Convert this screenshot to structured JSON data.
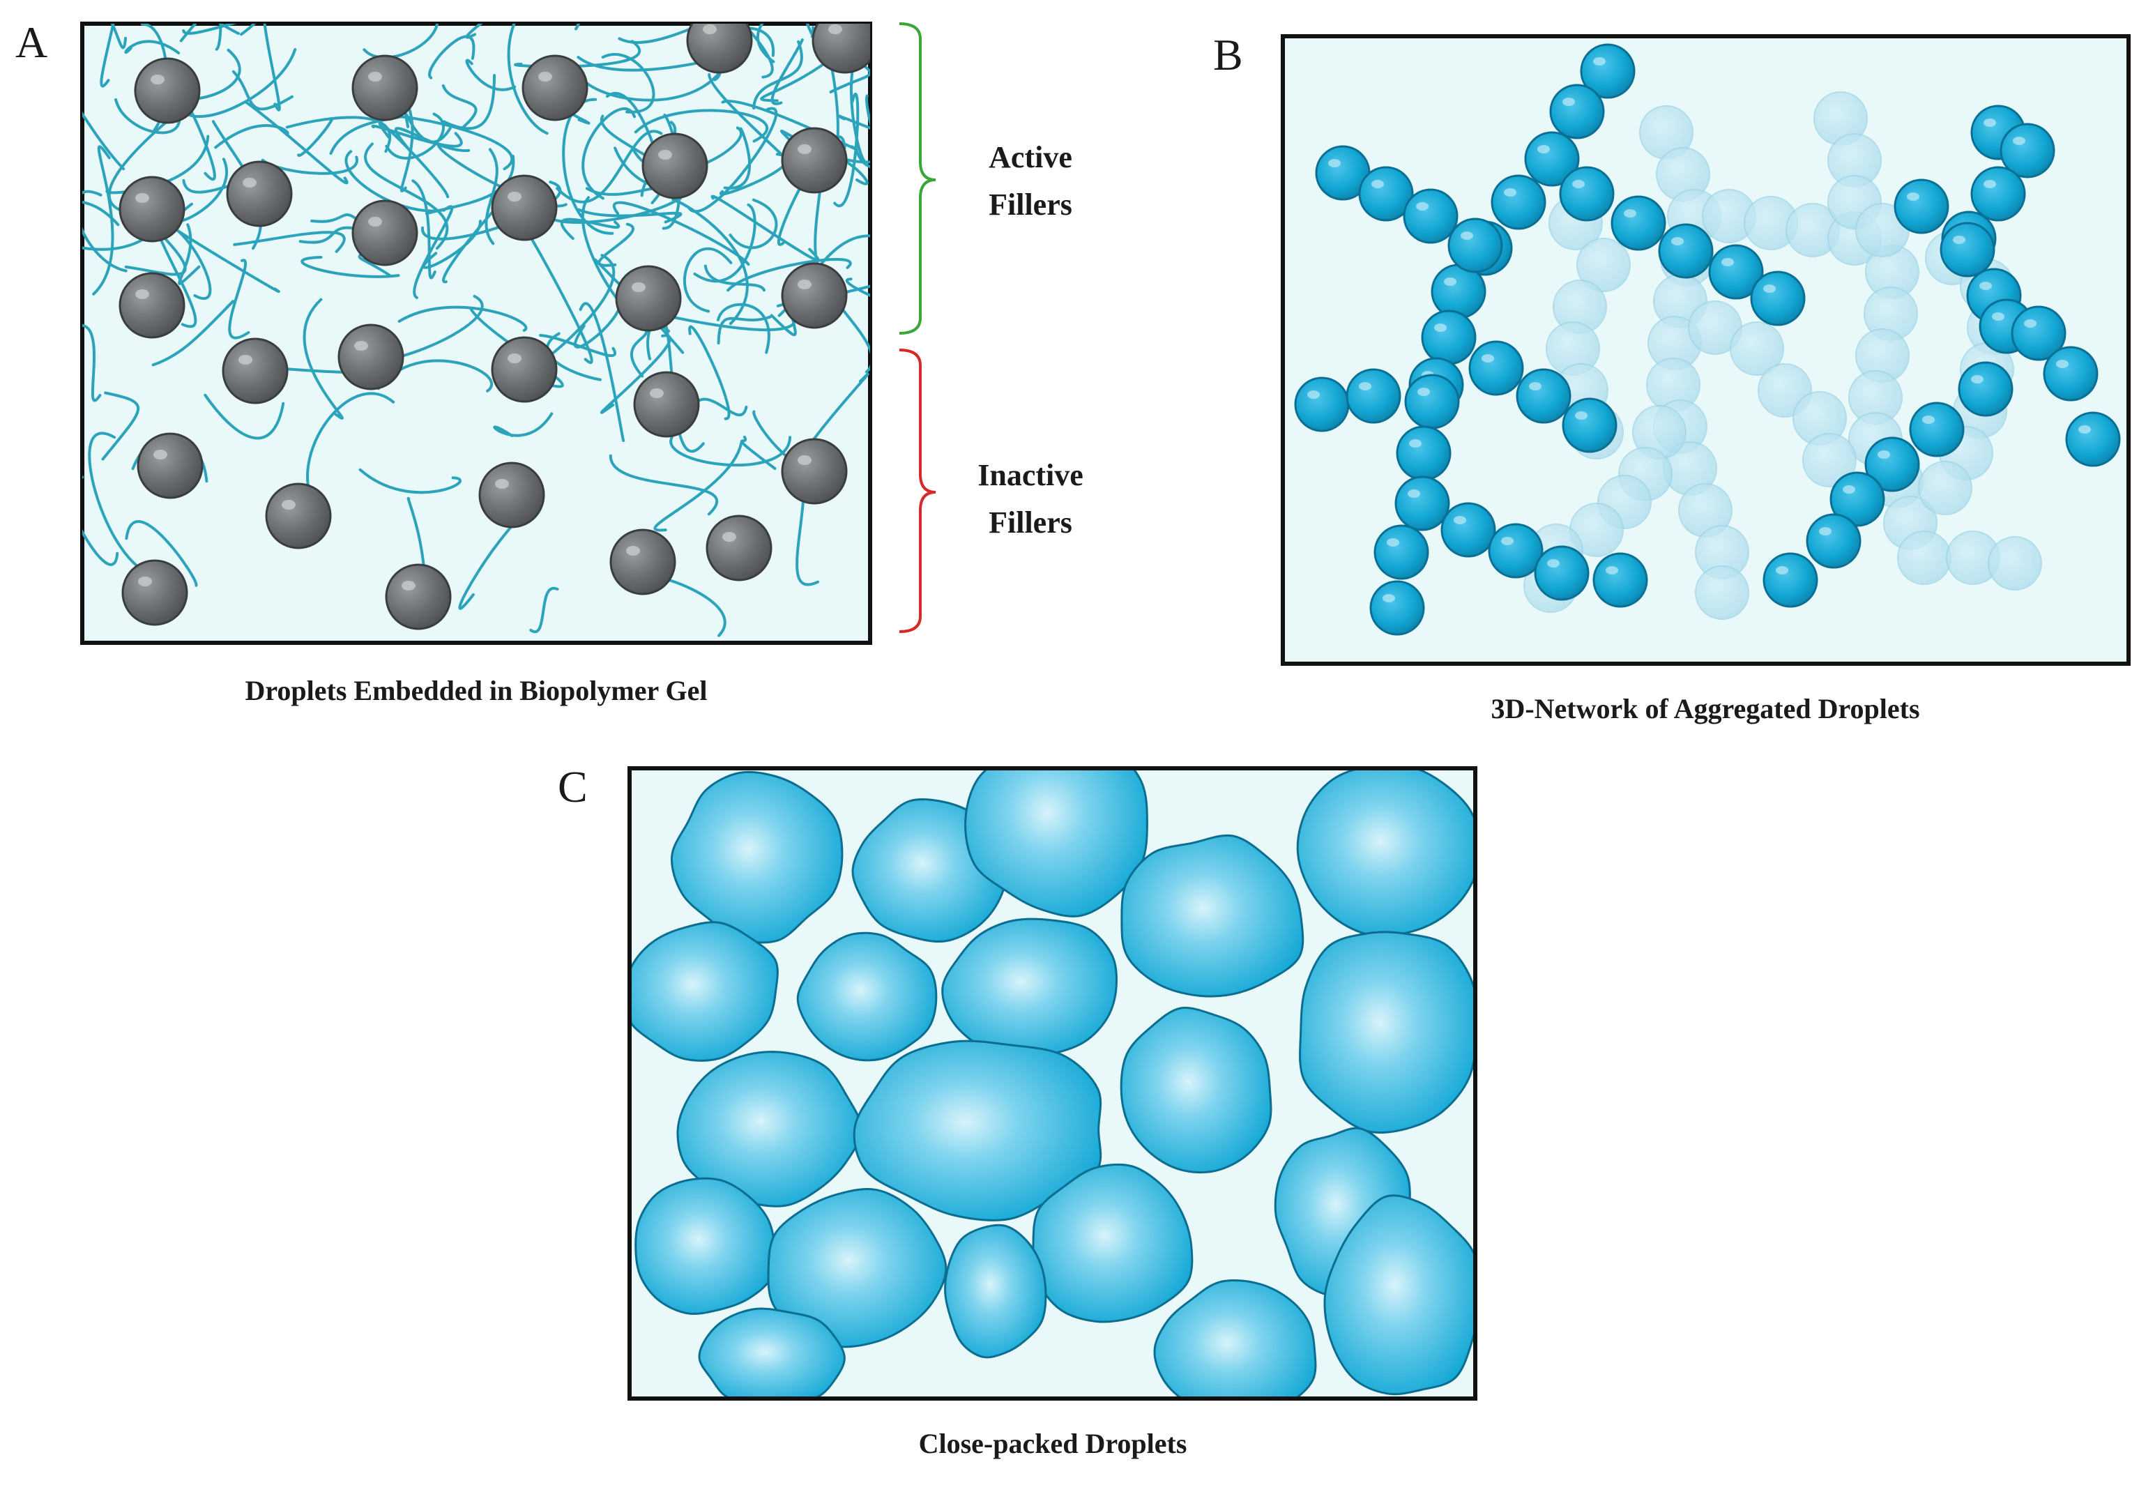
{
  "panels": {
    "a": {
      "letter": "A",
      "caption": "Droplets Embedded in Biopolymer Gel",
      "active_label_line1": "Active",
      "active_label_line2": "Fillers",
      "inactive_label_line1": "Inactive",
      "inactive_label_line2": "Fillers"
    },
    "b": {
      "letter": "B",
      "caption": "3D-Network of Aggregated Droplets"
    },
    "c": {
      "letter": "C",
      "caption": "Close-packed Droplets"
    }
  },
  "colors": {
    "background": "#e9f8f9",
    "fiber": "#2ba3bb",
    "filler": "#6b6e71",
    "droplet": "#12a6d3",
    "droplet_light": "#a7dbeb",
    "active_bracket": "#3aa63a",
    "inactive_bracket": "#d62a2a"
  }
}
